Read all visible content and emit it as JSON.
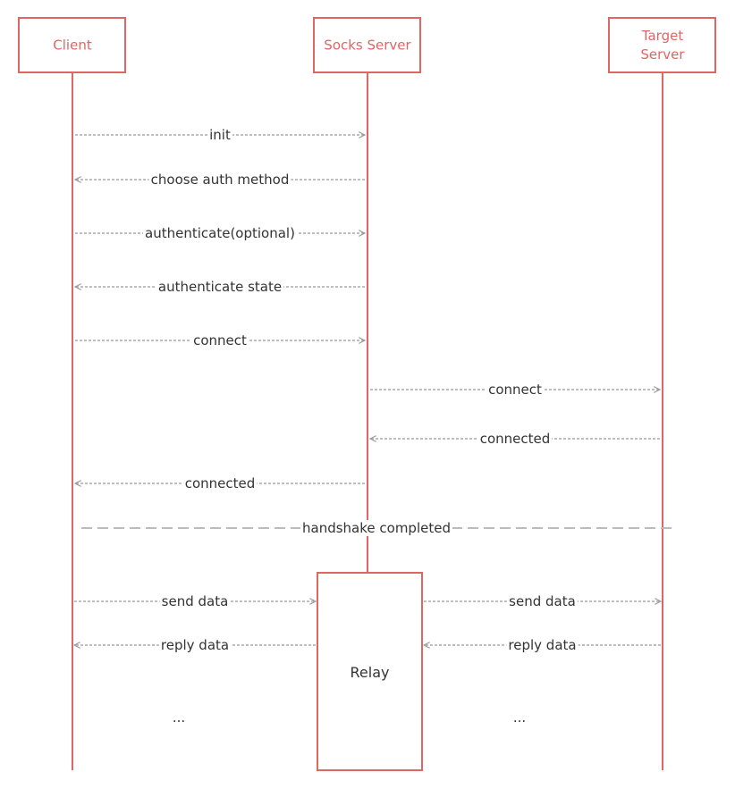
{
  "colors": {
    "participant": "#e06565",
    "arrow": "#999999",
    "divider": "#bbbbbb",
    "text": "#333333"
  },
  "participants": [
    {
      "id": "client",
      "label_lines": [
        "Client"
      ]
    },
    {
      "id": "socks",
      "label_lines": [
        "Socks Server"
      ]
    },
    {
      "id": "target",
      "label_lines": [
        "Target",
        "Server"
      ]
    }
  ],
  "messages": [
    {
      "label": "init",
      "from": "client",
      "to": "socks"
    },
    {
      "label": "choose auth method",
      "from": "socks",
      "to": "client"
    },
    {
      "label": "authenticate(optional)",
      "from": "client",
      "to": "socks"
    },
    {
      "label": "authenticate state",
      "from": "socks",
      "to": "client"
    },
    {
      "label": "connect",
      "from": "client",
      "to": "socks"
    },
    {
      "label": "connect",
      "from": "socks",
      "to": "target"
    },
    {
      "label": "connected",
      "from": "target",
      "to": "socks"
    },
    {
      "label": "connected",
      "from": "socks",
      "to": "client"
    }
  ],
  "divider": {
    "label": "handshake completed"
  },
  "relay": {
    "label": "Relay",
    "messages": [
      {
        "label": "send data",
        "from": "client",
        "to": "relay"
      },
      {
        "label": "send data",
        "from": "relay",
        "to": "target"
      },
      {
        "label": "reply data",
        "from": "relay",
        "to": "client"
      },
      {
        "label": "reply data",
        "from": "target",
        "to": "relay"
      }
    ],
    "ellipsis": [
      "...",
      "..."
    ]
  }
}
